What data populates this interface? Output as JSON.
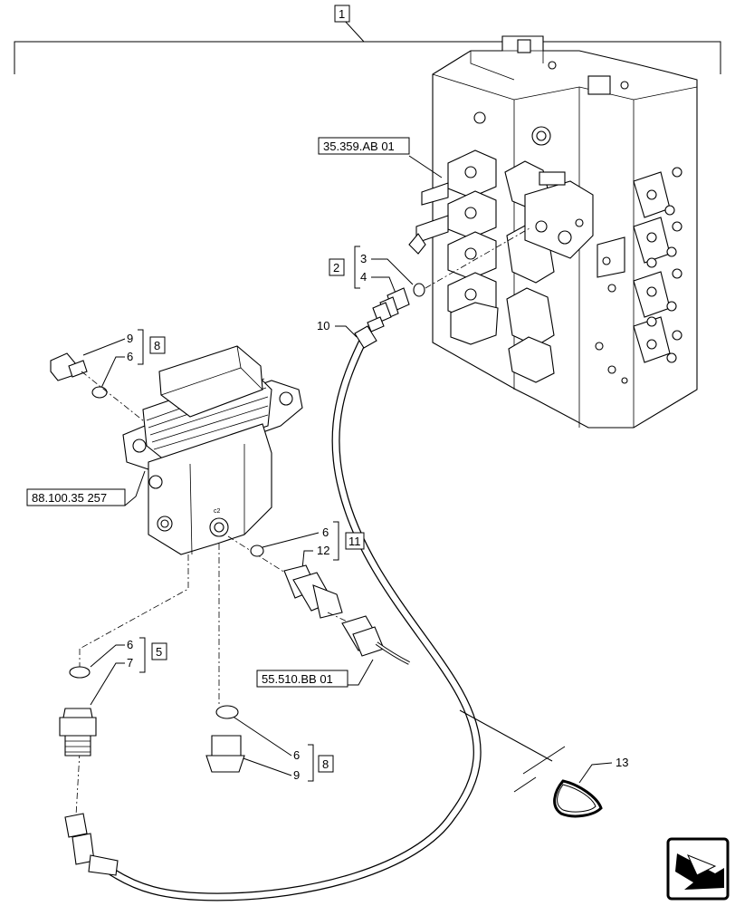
{
  "top_label": "1",
  "references": {
    "valve_ref": "35.359.AB 01",
    "pedal_ref": "88.100.35 257",
    "connector_ref": "55.510.BB 01"
  },
  "groups": {
    "g2": {
      "box": "2",
      "items": [
        "3",
        "4"
      ]
    },
    "g8_top": {
      "box": "8",
      "items": [
        "9",
        "6"
      ]
    },
    "g11": {
      "box": "11",
      "items": [
        "6",
        "12"
      ]
    },
    "g5": {
      "box": "5",
      "items": [
        "6",
        "7"
      ]
    },
    "g8_bottom": {
      "box": "8",
      "items": [
        "6",
        "9"
      ]
    }
  },
  "callouts": {
    "hose": "10",
    "clip": "13"
  },
  "icons": {
    "nav": "arrow-back-icon"
  }
}
